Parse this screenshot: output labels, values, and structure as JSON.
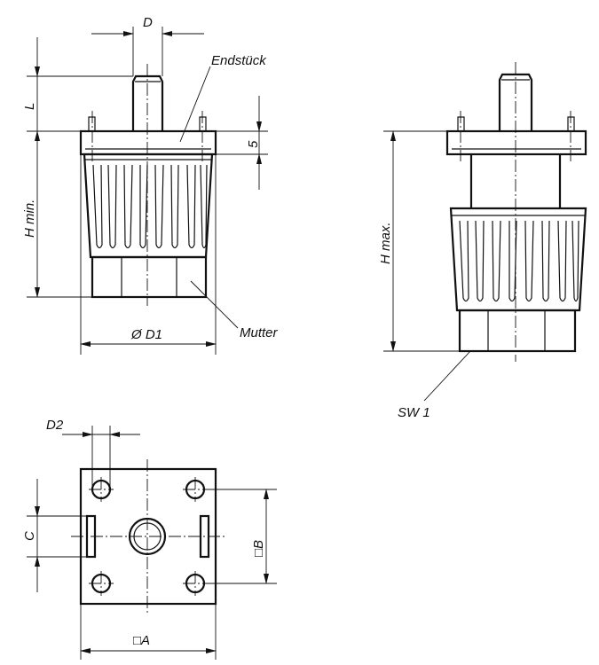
{
  "labels": {
    "d": "D",
    "endstueck": "Endstück",
    "l": "L",
    "five": "5",
    "h_min": "H min.",
    "d1": "Ø D1",
    "mutter": "Mutter",
    "h_max": "H max.",
    "sw1": "SW 1",
    "d2": "D2",
    "c": "C",
    "b": "□B",
    "a": "□A"
  }
}
